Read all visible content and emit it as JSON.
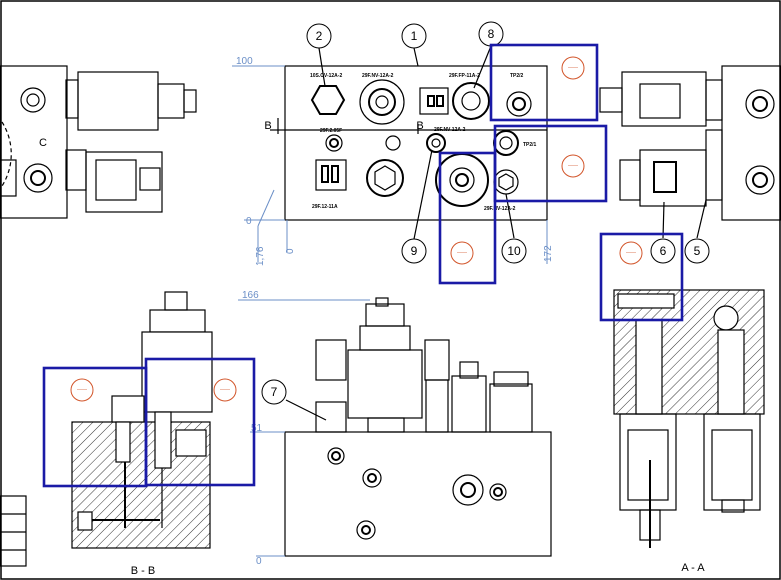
{
  "drawing": {
    "balloons": [
      {
        "id": "1",
        "label": "1"
      },
      {
        "id": "2",
        "label": "2"
      },
      {
        "id": "8",
        "label": "8"
      },
      {
        "id": "9",
        "label": "9"
      },
      {
        "id": "10",
        "label": "10"
      },
      {
        "id": "6",
        "label": "6"
      },
      {
        "id": "5",
        "label": "5"
      },
      {
        "id": "7",
        "label": "7"
      }
    ],
    "dimensions": {
      "d100": "100",
      "d0_top": "0",
      "d1_76": "1,76",
      "d0_vert": "0",
      "d172": "172",
      "d166": "166",
      "d51": "51",
      "d0_bottom": "0"
    },
    "section_labels": {
      "bb": "B - B",
      "aa": "A - A",
      "b_left": "B",
      "b_right": "B",
      "c": "C"
    },
    "port_labels": {
      "p1": "10S.CV-12A-2",
      "p2": "29F.NV-12A-2",
      "p3": "29F.FP-11A-2",
      "p4": "TP2/2",
      "p5": "29F.2.05F",
      "p6": "29F.NV-12A-2",
      "p7": "TP2/1",
      "p8": "29F.12-11A",
      "p9": "29F.NV-12A-2"
    },
    "annotation_marker": "-----"
  },
  "colors": {
    "highlight": "#1a1aa6",
    "annotation": "#d2552a",
    "dimension": "#6b8fc7",
    "line": "#000000"
  }
}
